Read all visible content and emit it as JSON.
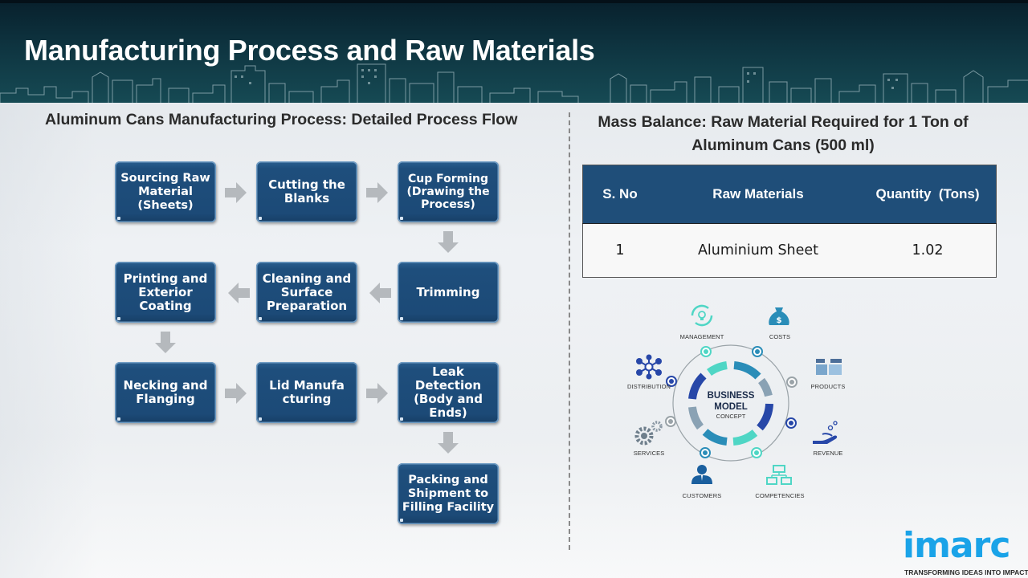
{
  "header": {
    "title": "Manufacturing Process and Raw Materials"
  },
  "process_flow": {
    "title": "Aluminum Cans Manufacturing Process: Detailed Process Flow",
    "steps": [
      {
        "label": "Sourcing Raw Material (Sheets)"
      },
      {
        "label": "Cutting the Blanks"
      },
      {
        "label": "Cup Forming (Drawing the Process)"
      },
      {
        "label": "Trimming"
      },
      {
        "label": "Cleaning and Surface Preparation"
      },
      {
        "label": "Printing and Exterior Coating"
      },
      {
        "label": "Necking and Flanging"
      },
      {
        "label": "Lid Manufacturing"
      },
      {
        "label": "Leak Detection (Body and Ends)"
      },
      {
        "label": "Packing and Shipment to Filling Facility"
      }
    ],
    "colors": {
      "box": "#1f4e79",
      "arrow": "#b5b9bd"
    }
  },
  "mass_balance": {
    "title": "Mass Balance: Raw Material Required for 1 Ton of Aluminum Cans (500 ml)",
    "columns": [
      "S. No",
      "Raw Materials",
      "Quantity  (Tons)"
    ],
    "rows": [
      [
        "1",
        "Aluminium Sheet",
        "1.02"
      ]
    ]
  },
  "business_model": {
    "center_line1": "BUSINESS",
    "center_line2": "MODEL",
    "center_line3": "CONCEPT",
    "items": [
      {
        "label": "MANAGEMENT",
        "icon": "cycle-lightbulb-icon"
      },
      {
        "label": "COSTS",
        "icon": "money-bag-icon"
      },
      {
        "label": "PRODUCTS",
        "icon": "boxes-icon"
      },
      {
        "label": "REVENUE",
        "icon": "hand-coins-icon"
      },
      {
        "label": "COMPETENCIES",
        "icon": "hierarchy-icon"
      },
      {
        "label": "CUSTOMERS",
        "icon": "person-icon"
      },
      {
        "label": "SERVICES",
        "icon": "gears-icon"
      },
      {
        "label": "DISTRIBUTION",
        "icon": "network-icon"
      }
    ]
  },
  "logo": {
    "word": "imarc",
    "tagline": "TRANSFORMING IDEAS INTO IMPACT",
    "color": "#1aa3e8"
  }
}
